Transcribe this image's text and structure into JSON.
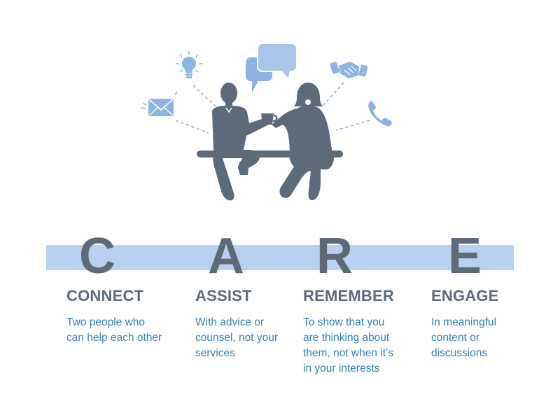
{
  "letters": [
    "C",
    "A",
    "R",
    "E"
  ],
  "columns": [
    {
      "title": "CONNECT",
      "lines": [
        "Two people who",
        "can help each other"
      ]
    },
    {
      "title": "ASSIST",
      "lines": [
        "With advice or",
        "counsel, not your",
        "services"
      ]
    },
    {
      "title": "REMEMBER",
      "lines": [
        "To show that you",
        "are thinking about",
        "them, not when it’s",
        "in your interests"
      ]
    },
    {
      "title": "ENGAGE",
      "lines": [
        "In meaningful",
        "content or",
        "discussions"
      ]
    }
  ],
  "icons": [
    "email-icon",
    "lightbulb-icon",
    "speech-bubbles-icon",
    "handshake-icon",
    "phone-icon",
    "man-figure-icon",
    "woman-figure-icon",
    "coffee-cup-icon",
    "bench-icon"
  ],
  "colors": {
    "figure": "#5d6a7a",
    "accent": "#8db4e2",
    "band": "#b9d0ee",
    "text_blue": "#2f80c3"
  }
}
